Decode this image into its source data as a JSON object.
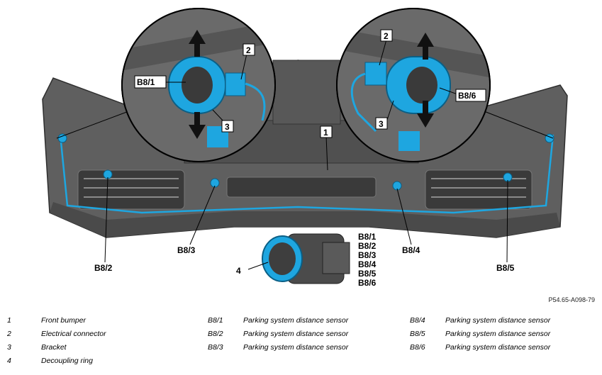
{
  "figure": {
    "callouts": {
      "c1": "1",
      "b8_1": "B8/1",
      "b8_2": "B8/2",
      "b8_3": "B8/3",
      "b8_4": "B8/4",
      "b8_5": "B8/5",
      "b8_6": "B8/6",
      "zoom_left_2": "2",
      "zoom_left_3": "3",
      "zoom_right_2": "2",
      "zoom_right_3": "3",
      "c4": "4"
    },
    "sensor_list": [
      "B8/1",
      "B8/2",
      "B8/3",
      "B8/4",
      "B8/5",
      "B8/6"
    ],
    "figure_id": "P54.65-A098-79"
  },
  "legend": {
    "col1": [
      {
        "key": "1",
        "text": "Front bumper"
      },
      {
        "key": "2",
        "text": "Electrical connector"
      },
      {
        "key": "3",
        "text": "Bracket"
      },
      {
        "key": "4",
        "text": "Decoupling ring"
      }
    ],
    "col2": [
      {
        "key": "B8/1",
        "text": "Parking system distance sensor"
      },
      {
        "key": "B8/2",
        "text": "Parking system distance sensor"
      },
      {
        "key": "B8/3",
        "text": "Parking system distance sensor"
      }
    ],
    "col3": [
      {
        "key": "B8/4",
        "text": "Parking system distance sensor"
      },
      {
        "key": "B8/5",
        "text": "Parking system distance sensor"
      },
      {
        "key": "B8/6",
        "text": "Parking system distance sensor"
      }
    ]
  },
  "colors": {
    "bumper": "#5a5a5a",
    "bumper_dark": "#3c3c3c",
    "highlight": "#1ea6e0",
    "zoom_bg": "#6e6e6e"
  }
}
